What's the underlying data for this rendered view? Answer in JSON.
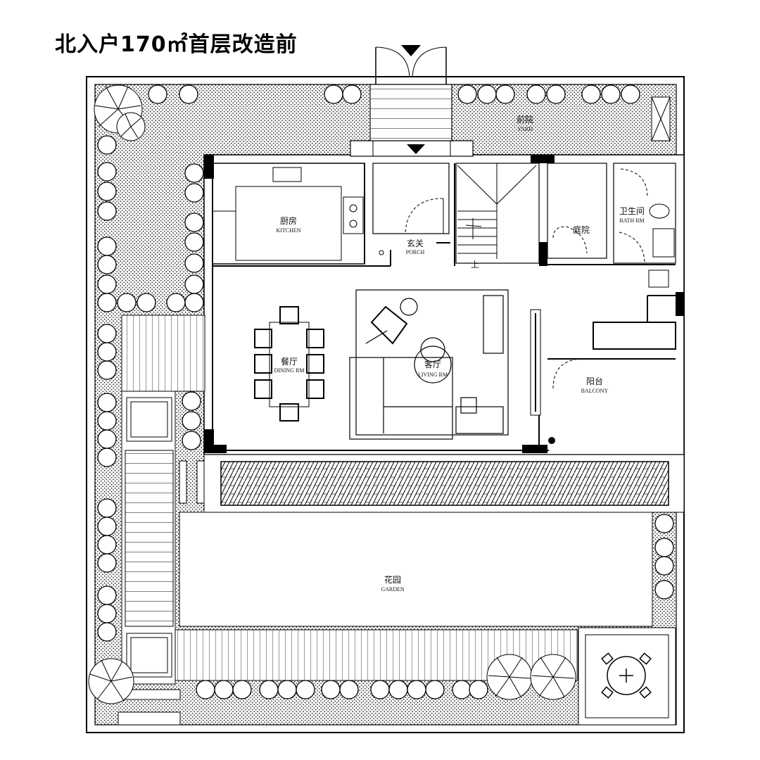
{
  "title": "北入户170㎡首层改造前",
  "rooms": {
    "kitchen": {
      "cn": "厨房",
      "en": "KITCHEN"
    },
    "porch": {
      "cn": "玄关",
      "en": "PORCH"
    },
    "courtyard": {
      "cn": "庭院",
      "en": ""
    },
    "bath": {
      "cn": "卫生间",
      "en": "BATH  RM"
    },
    "dining": {
      "cn": "餐厅",
      "en": "DINING RM"
    },
    "living": {
      "cn": "客厅",
      "en": "LIVING RM"
    },
    "balcony": {
      "cn": "阳台",
      "en": "BALCONY"
    },
    "garden": {
      "cn": "花园",
      "en": "GARDEN"
    },
    "front_yard": {
      "cn": "前院",
      "en": "YARD"
    },
    "stair_up": "上"
  }
}
